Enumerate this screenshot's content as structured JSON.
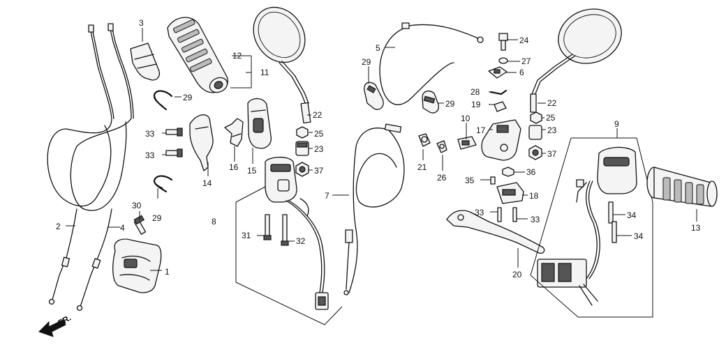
{
  "diagram": {
    "direction_marker": {
      "text": "FR."
    },
    "callouts": [
      {
        "id": "label-1",
        "text": "1"
      },
      {
        "id": "label-2",
        "text": "2"
      },
      {
        "id": "label-3",
        "text": "3"
      },
      {
        "id": "label-4",
        "text": "4"
      },
      {
        "id": "label-5",
        "text": "5"
      },
      {
        "id": "label-6",
        "text": "6"
      },
      {
        "id": "label-7",
        "text": "7"
      },
      {
        "id": "label-8",
        "text": "8"
      },
      {
        "id": "label-9",
        "text": "9"
      },
      {
        "id": "label-10",
        "text": "10"
      },
      {
        "id": "label-11",
        "text": "11"
      },
      {
        "id": "label-12",
        "text": "12"
      },
      {
        "id": "label-13",
        "text": "13"
      },
      {
        "id": "label-14",
        "text": "14"
      },
      {
        "id": "label-15",
        "text": "15"
      },
      {
        "id": "label-16",
        "text": "16"
      },
      {
        "id": "label-17",
        "text": "17"
      },
      {
        "id": "label-18",
        "text": "18"
      },
      {
        "id": "label-19",
        "text": "19"
      },
      {
        "id": "label-20",
        "text": "20"
      },
      {
        "id": "label-21",
        "text": "21"
      },
      {
        "id": "label-22a",
        "text": "22"
      },
      {
        "id": "label-22b",
        "text": "22"
      },
      {
        "id": "label-23a",
        "text": "23"
      },
      {
        "id": "label-23b",
        "text": "23"
      },
      {
        "id": "label-24",
        "text": "24"
      },
      {
        "id": "label-25a",
        "text": "25"
      },
      {
        "id": "label-25b",
        "text": "25"
      },
      {
        "id": "label-26",
        "text": "26"
      },
      {
        "id": "label-27",
        "text": "27"
      },
      {
        "id": "label-28",
        "text": "28"
      },
      {
        "id": "label-29a",
        "text": "29"
      },
      {
        "id": "label-29b",
        "text": "29"
      },
      {
        "id": "label-29c",
        "text": "29"
      },
      {
        "id": "label-29d",
        "text": "29"
      },
      {
        "id": "label-30",
        "text": "30"
      },
      {
        "id": "label-31",
        "text": "31"
      },
      {
        "id": "label-32",
        "text": "32"
      },
      {
        "id": "label-33a",
        "text": "33"
      },
      {
        "id": "label-33b",
        "text": "33"
      },
      {
        "id": "label-33c",
        "text": "33"
      },
      {
        "id": "label-33d",
        "text": "33"
      },
      {
        "id": "label-34a",
        "text": "34"
      },
      {
        "id": "label-34b",
        "text": "34"
      },
      {
        "id": "label-35",
        "text": "35"
      },
      {
        "id": "label-36",
        "text": "36"
      },
      {
        "id": "label-37a",
        "text": "37"
      },
      {
        "id": "label-37b",
        "text": "37"
      }
    ]
  }
}
